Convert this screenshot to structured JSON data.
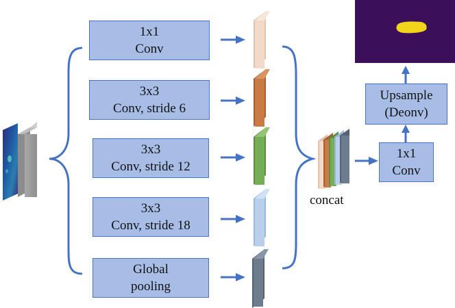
{
  "branches": [
    {
      "line1": "1x1",
      "line2": "Conv"
    },
    {
      "line1": "3x3",
      "line2": "Conv, stride 6"
    },
    {
      "line1": "3x3",
      "line2": "Conv, stride 12"
    },
    {
      "line1": "3x3",
      "line2": "Conv, stride 18"
    },
    {
      "line1": "Global",
      "line2": "pooling"
    }
  ],
  "concat_label": "concat",
  "conv_out": {
    "line1": "1x1",
    "line2": "Conv"
  },
  "upsample": {
    "line1": "Upsample",
    "line2": "(Deonv)"
  },
  "colors": {
    "box_fill": "#a8bde6",
    "box_border": "#4a72c4",
    "arrow": "#4472c4",
    "brace": "#4472c4",
    "feature_1": "#f2d9c8",
    "feature_2": "#c97a45",
    "feature_3": "#76ad57",
    "feature_4": "#b8d0ec",
    "feature_5": "#6e7c8f",
    "mask_background": "#3c0f5a",
    "mask_blob": "#f2d41a"
  }
}
